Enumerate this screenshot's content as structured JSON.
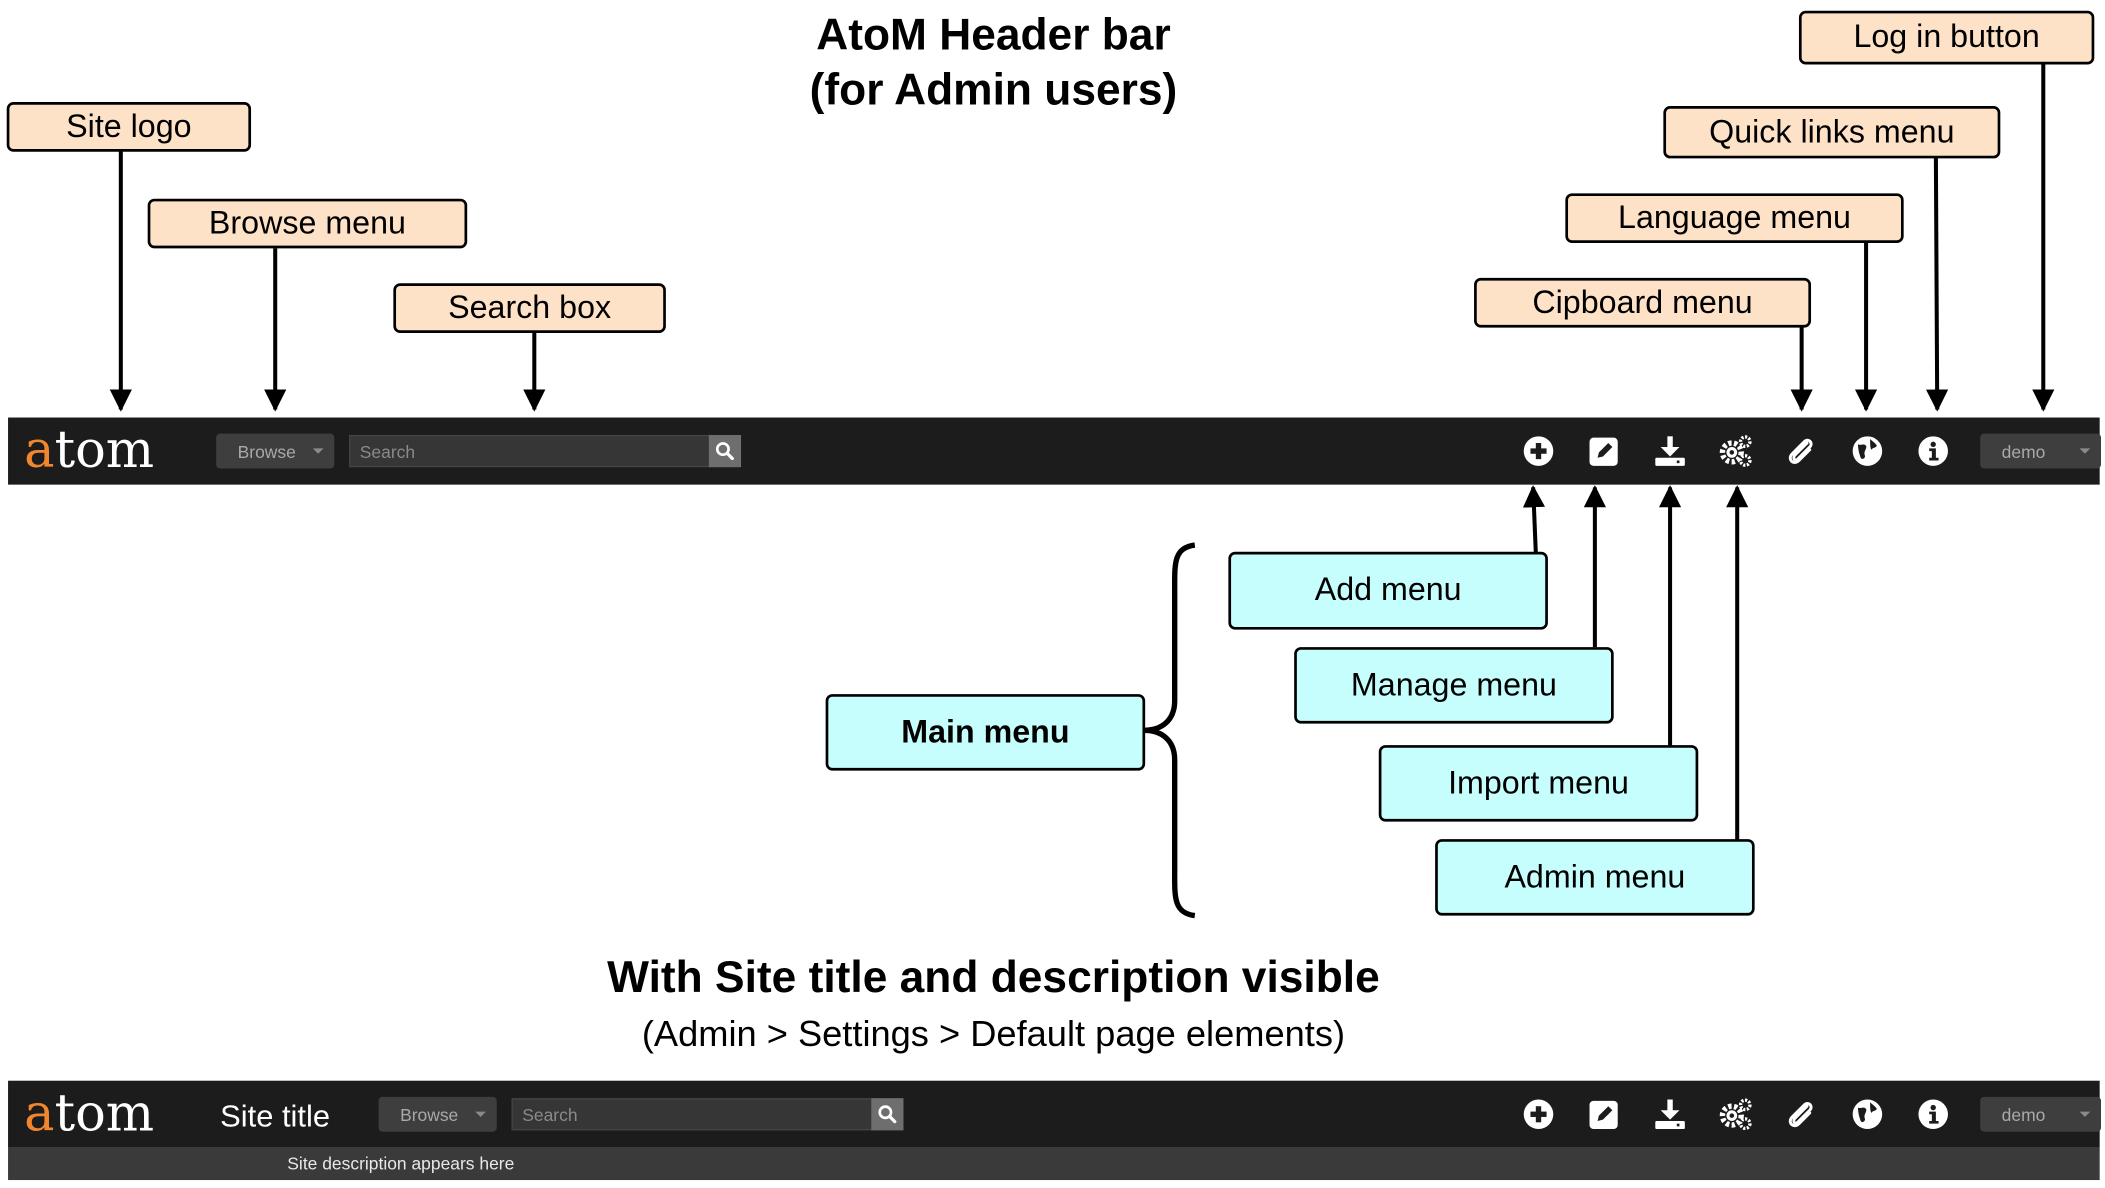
{
  "titles": {
    "main": "AtoM Header bar",
    "main_sub": "(for Admin users)",
    "second": "With Site title and description visible",
    "second_sub": "(Admin > Settings > Default page elements)"
  },
  "callouts": {
    "site_logo": "Site logo",
    "browse_menu": "Browse menu",
    "search_box": "Search box",
    "clipboard_menu": "Cipboard menu",
    "language_menu": "Language menu",
    "quick_links_menu": "Quick links menu",
    "log_in_button": "Log in button",
    "main_menu": "Main menu",
    "add_menu": "Add menu",
    "manage_menu": "Manage menu",
    "import_menu": "Import menu",
    "admin_menu": "Admin menu"
  },
  "header": {
    "logo_a": "a",
    "logo_rest": "tom",
    "browse_label": "Browse",
    "search_placeholder": "Search",
    "user_label": "demo"
  },
  "header2": {
    "site_title": "Site title",
    "site_description": "Site description appears here"
  },
  "icons": [
    "add-icon",
    "edit-icon",
    "import-icon",
    "settings-icon",
    "clipboard-icon",
    "globe-icon",
    "info-icon",
    "search-icon"
  ],
  "colors": {
    "callout_orange": "#fde2c8",
    "callout_cyan": "#c6fefe",
    "header_background": "#1c1c1c",
    "logo_accent": "#f0862d"
  }
}
